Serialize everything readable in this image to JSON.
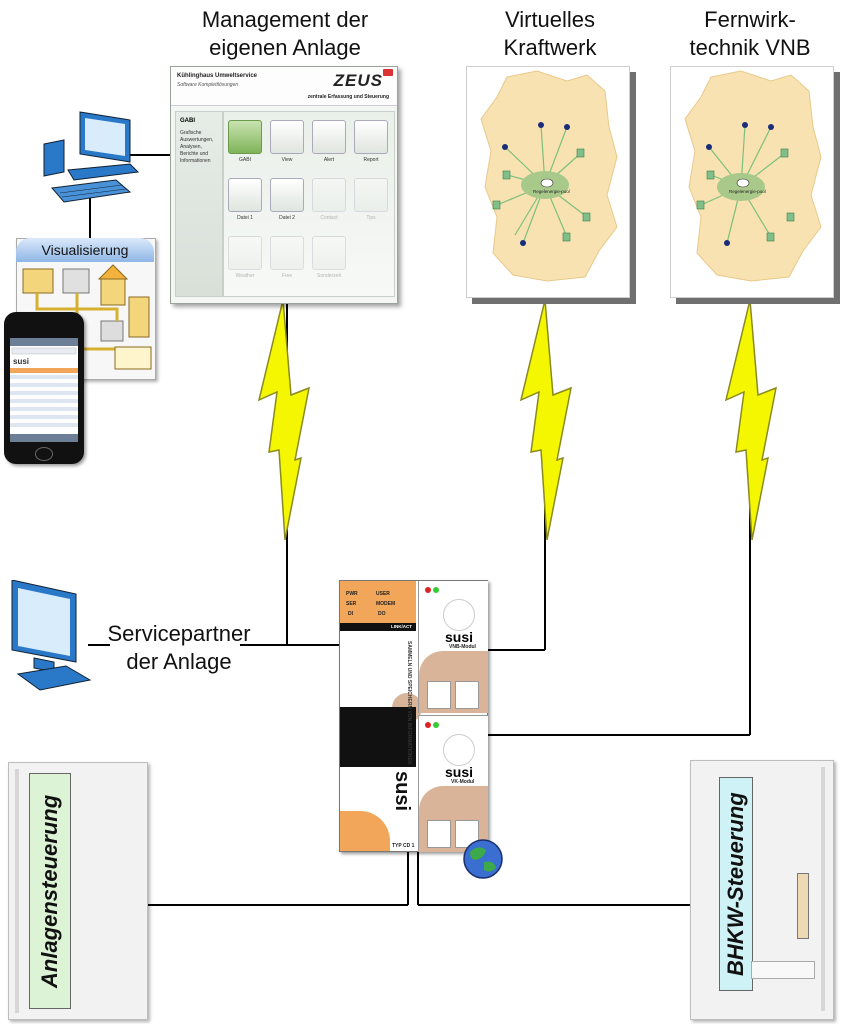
{
  "titles": {
    "management_line1": "Management der",
    "management_line2": "eigenen Anlage",
    "virtual_line1": "Virtuelles",
    "virtual_line2": "Kraftwerk",
    "remote_line1": "Fernwirk-",
    "remote_line2": "technik VNB"
  },
  "service_partner": {
    "line1": "Servicepartner",
    "line2": "der Anlage"
  },
  "visualisierung_label": "Visualisierung",
  "cabinets": {
    "left_label": "Anlagensteuerung",
    "right_label": "BHKW-Steuerung"
  },
  "zeus": {
    "company": "Kühlinghaus Umweltservice",
    "subtitle": "Software Komplettlösungen",
    "logo": "ZEUS",
    "tagline": "zentrale Erfassung und Steuerung",
    "side_heading": "GABI",
    "side_text": "Grafische Auswertungen, Analysen, Berichte und Informationen",
    "tiles": [
      "GABI",
      "View",
      "Alert",
      "Report",
      "Datei 1",
      "Datei 2",
      "Contact",
      "Tips",
      "Weather",
      "Free",
      "Sonderzeit"
    ]
  },
  "map_center_label": "Regelenergie-pool",
  "susi_device": {
    "pwr": "PWR",
    "user": "USER",
    "ser": "SER",
    "modem": "MODEM",
    "di": "DI",
    "do": "DO",
    "link": "LINK/ACT",
    "vertical_main": "SAMMELN UND SPEICHERN VON INFORMATIONEN",
    "brand": "susi",
    "type": "TYP CD 1",
    "vnb_brand": "susi",
    "vnb_module": "VNB-Modul",
    "vk_brand": "susi",
    "vk_module": "VK-Modul"
  },
  "colors": {
    "map_fill": "#f8e2b2",
    "map_center": "#a9c98a",
    "susi_orange": "#f2a65a",
    "lightning_fill": "#f4f700",
    "cabinet_label_green": "#ddf3d6",
    "cabinet_label_cyan": "#cff2f6",
    "visu_header": "#8fb6e6"
  }
}
